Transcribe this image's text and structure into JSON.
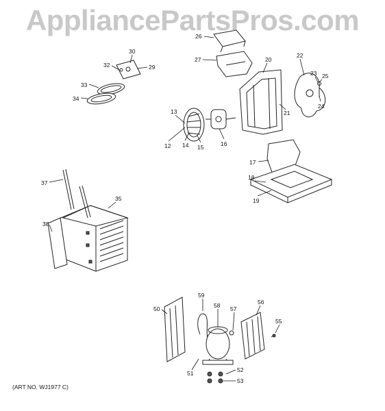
{
  "watermark": "AppliancePartsPros.com",
  "art_number": "(ART NO. WJ1977 C)",
  "callouts": {
    "c12": "12",
    "c13": "13",
    "c14": "14",
    "c15": "15",
    "c16": "16",
    "c17": "17",
    "c18": "18",
    "c19": "19",
    "c20": "20",
    "c21": "21",
    "c22": "22",
    "c23": "23",
    "c24": "24",
    "c25": "25",
    "c26": "26",
    "c27": "27",
    "c29": "29",
    "c30": "30",
    "c32": "32",
    "c33": "33",
    "c34": "34",
    "c35": "35",
    "c37": "37",
    "c38": "38",
    "c50": "50",
    "c51": "51",
    "c52": "52",
    "c53": "53",
    "c55": "55",
    "c56": "56",
    "c57": "57",
    "c58": "58",
    "c59": "59"
  }
}
